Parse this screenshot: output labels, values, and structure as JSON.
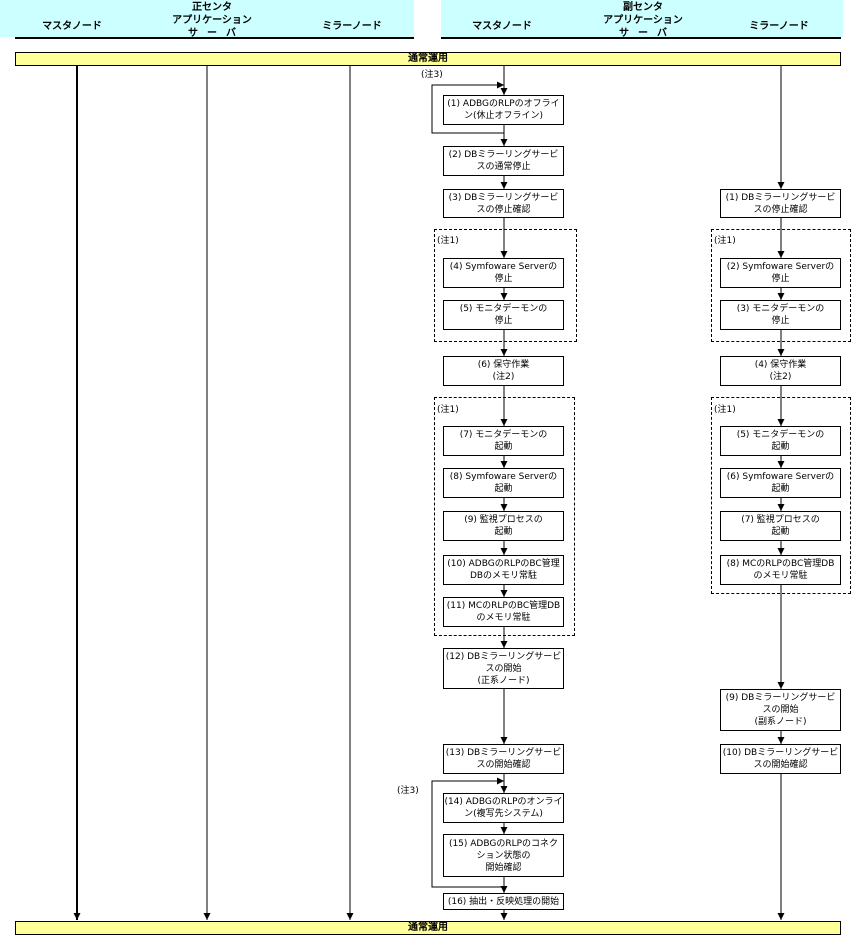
{
  "header": {
    "primary_center": {
      "title": "正センタ",
      "master_node": "マスタノード",
      "app_server": [
        "アプリケーション",
        "サーバ"
      ],
      "mirror_node": "ミラーノード"
    },
    "secondary_center": {
      "title": "副センタ",
      "master_node": "マスタノード",
      "app_server": [
        "アプリケーション",
        "サーバ"
      ],
      "mirror_node": "ミラーノード"
    }
  },
  "status_bars": {
    "top": "通常運用",
    "bottom": "通常運用"
  },
  "notes": {
    "note1": "(注1)",
    "note3": "(注3)"
  },
  "secondary_master_steps": [
    {
      "lines": [
        "(1) ADBGのRLPのオフライ",
        "ン(休止オフライン)"
      ]
    },
    {
      "lines": [
        "(2) DBミラーリングサービ",
        "スの通常停止"
      ]
    },
    {
      "lines": [
        "(3) DBミラーリングサービ",
        "スの停止確認"
      ]
    },
    {
      "lines": [
        "(4) Symfoware Serverの",
        "停止"
      ]
    },
    {
      "lines": [
        "(5) モニタデーモンの",
        "停止"
      ]
    },
    {
      "lines": [
        "(6) 保守作業",
        "(注2)"
      ]
    },
    {
      "lines": [
        "(7) モニタデーモンの",
        "起動"
      ]
    },
    {
      "lines": [
        "(8) Symfoware Serverの",
        "起動"
      ]
    },
    {
      "lines": [
        "(9) 監視プロセスの",
        "起動"
      ]
    },
    {
      "lines": [
        "(10) ADBGのRLPのBC管理",
        "DBのメモリ常駐"
      ]
    },
    {
      "lines": [
        "(11) MCのRLPのBC管理DB",
        "のメモリ常駐"
      ]
    },
    {
      "lines": [
        "(12) DBミラーリングサービ",
        "スの開始",
        "(正系ノード)"
      ]
    },
    {
      "lines": [
        "(13) DBミラーリングサービ",
        "スの開始確認"
      ]
    },
    {
      "lines": [
        "(14) ADBGのRLPのオンライ",
        "ン(複写先システム)"
      ]
    },
    {
      "lines": [
        "(15) ADBGのRLPのコネク",
        "ション状態の",
        "開始確認"
      ]
    },
    {
      "lines": [
        "(16) 抽出・反映処理の開始"
      ]
    }
  ],
  "secondary_mirror_steps": [
    {
      "lines": [
        "(1) DBミラーリングサービ",
        "スの停止確認"
      ]
    },
    {
      "lines": [
        "(2) Symfoware Serverの",
        "停止"
      ]
    },
    {
      "lines": [
        "(3) モニタデーモンの",
        "停止"
      ]
    },
    {
      "lines": [
        "(4) 保守作業",
        "(注2)"
      ]
    },
    {
      "lines": [
        "(5) モニタデーモンの",
        "起動"
      ]
    },
    {
      "lines": [
        "(6) Symfoware Serverの",
        "起動"
      ]
    },
    {
      "lines": [
        "(7) 監視プロセスの",
        "起動"
      ]
    },
    {
      "lines": [
        "(8) MCのRLPのBC管理DB",
        "のメモリ常駐"
      ]
    },
    {
      "lines": [
        "(9) DBミラーリングサービ",
        "スの開始",
        "(副系ノード)"
      ]
    },
    {
      "lines": [
        "(10) DBミラーリングサービ",
        "スの開始確認"
      ]
    }
  ],
  "colors": {
    "header_bg": "#ccffff",
    "status_bar_bg": "#ffff99",
    "line": "#000000"
  }
}
